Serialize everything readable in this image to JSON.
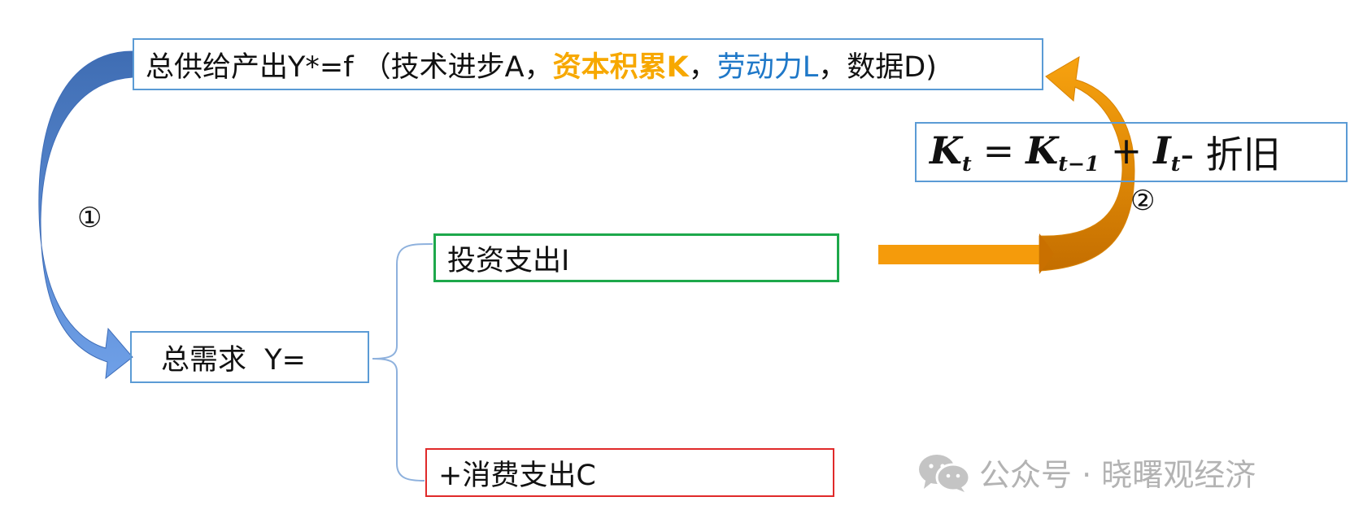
{
  "supply": {
    "prefix": "总供给产出Y*=f （技术进步A，",
    "capital": "资本积累K",
    "sep1": "，",
    "labor": "劳动力L",
    "suffix": "，数据D)"
  },
  "formula": {
    "k": "K",
    "k_sub": "t",
    "equals": "=",
    "k_prev": "K",
    "k_prev_sub": "t−1",
    "plus": "+",
    "i": "I",
    "i_sub": "t",
    "depreciation": "- 折旧"
  },
  "demand": {
    "label": "总需求  Y="
  },
  "investment": {
    "label": "投资支出I"
  },
  "consumption": {
    "label": "+消费支出C"
  },
  "steps": {
    "step1": "①",
    "step2": "②"
  },
  "watermark": {
    "text": "公众号 · 晓曙观经济",
    "icon": "wechat-icon"
  },
  "colors": {
    "capital": "#F7A800",
    "labor": "#1F78C8",
    "box_border": "#5B9BD5",
    "investment_border": "#1DA84B",
    "consumption_border": "#E02A2A",
    "left_arrow": "#4A7CC4",
    "right_arrow": "#F59B0B"
  }
}
